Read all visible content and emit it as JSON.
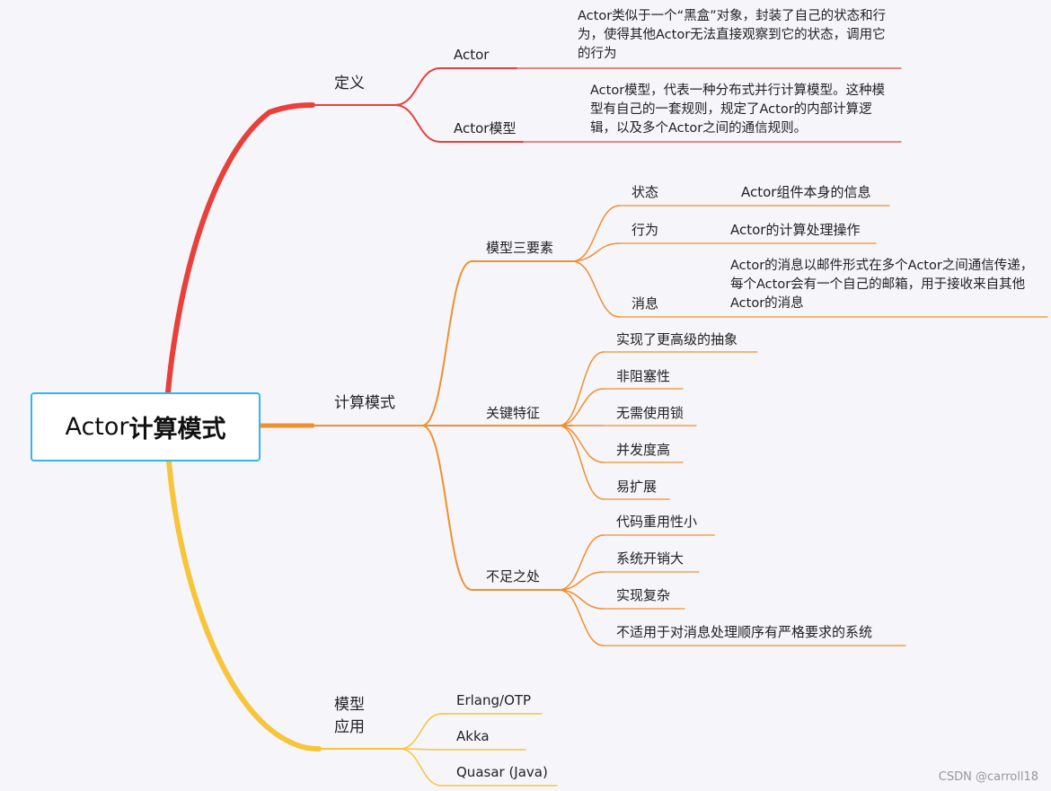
{
  "root": {
    "latin": "Actor",
    "cjk": "计算模式"
  },
  "colors": {
    "red": "#e8403a",
    "orange": "#f0902e",
    "yellow": "#f7c53a",
    "root_border": "#35b6e8"
  },
  "definition": {
    "label": "定义",
    "actor": {
      "label": "Actor",
      "desc": "Actor类似于一个“黑盒”对象，封装了自己的状态和行为，使得其他Actor无法直接观察到它的状态，调用它的行为"
    },
    "model": {
      "label": "Actor模型",
      "desc": "Actor模型，代表一种分布式并行计算模型。这种模型有自己的一套规则，规定了Actor的内部计算逻辑，以及多个Actor之间的通信规则。"
    }
  },
  "compute": {
    "label": "计算模式",
    "elements": {
      "label": "模型三要素",
      "state": {
        "label": "状态",
        "desc": "Actor组件本身的信息"
      },
      "behavior": {
        "label": "行为",
        "desc": "Actor的计算处理操作"
      },
      "message": {
        "label": "消息",
        "desc": "Actor的消息以邮件形式在多个Actor之间通信传递，每个Actor会有一个自己的邮箱，用于接收来自其他Actor的消息"
      }
    },
    "features": {
      "label": "关键特征",
      "items": [
        "实现了更高级的抽象",
        "非阻塞性",
        "无需使用锁",
        "并发度高",
        "易扩展"
      ]
    },
    "drawbacks": {
      "label": "不足之处",
      "items": [
        "代码重用性小",
        "系统开销大",
        "实现复杂",
        "不适用于对消息处理顺序有严格要求的系统"
      ]
    }
  },
  "apps": {
    "label_line1": "模型",
    "label_line2": "应用",
    "items": [
      "Erlang/OTP",
      "Akka",
      "Quasar (Java)"
    ]
  },
  "watermark": "CSDN @carroll18"
}
